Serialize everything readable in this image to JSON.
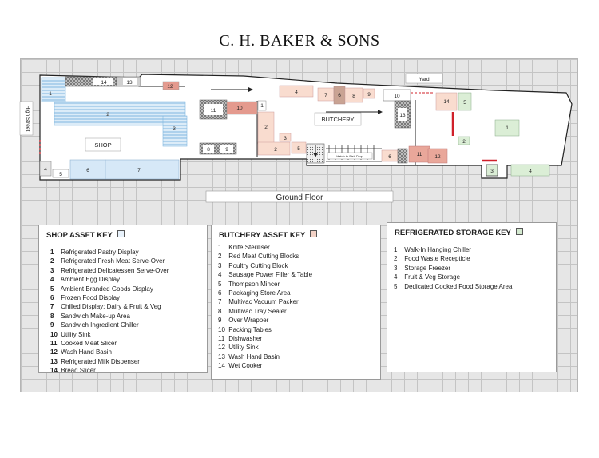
{
  "title": "C. H. BAKER & SONS",
  "plan": {
    "floor_label": "Ground Floor",
    "street_label": "High Street",
    "yard_label": "Yard",
    "shop_label": "SHOP",
    "butchery_label": "BUTCHERY",
    "hatch_label": "Hatch to Fish Drop",
    "colors": {
      "shop": "#d6e8f7",
      "butchery": "#f9dccf",
      "butchery_dark": "#e9a79a",
      "refrigerated": "#dbeed6",
      "barrier": "#d0202a"
    }
  },
  "keys": {
    "shop": {
      "title": "SHOP ASSET KEY",
      "swatch": "#e8f2fb",
      "items": [
        {
          "n": "1",
          "label": "Refrigerated Pastry Display"
        },
        {
          "n": "2",
          "label": "Refrigerated Fresh Meat Serve-Over"
        },
        {
          "n": "3",
          "label": "Refrigerated Delicatessen Serve-Over"
        },
        {
          "n": "4",
          "label": "Ambient Egg Display"
        },
        {
          "n": "5",
          "label": "Ambient Branded Goods Display"
        },
        {
          "n": "6",
          "label": "Frozen Food Display"
        },
        {
          "n": "7",
          "label": "Chilled Display: Dairy & Fruit & Veg"
        },
        {
          "n": "8",
          "label": "Sandwich Make-up Area"
        },
        {
          "n": "9",
          "label": "Sandwich Ingredient Chiller"
        },
        {
          "n": "10",
          "label": "Utility Sink"
        },
        {
          "n": "11",
          "label": "Cooked Meat Slicer"
        },
        {
          "n": "12",
          "label": "Wash Hand Basin"
        },
        {
          "n": "13",
          "label": "Refrigerated Milk Dispenser"
        },
        {
          "n": "14",
          "label": "Bread Slicer"
        }
      ]
    },
    "butchery": {
      "title": "BUTCHERY ASSET KEY",
      "swatch": "#f3d2c6",
      "items": [
        {
          "n": "1",
          "label": "Knife Steriliser"
        },
        {
          "n": "2",
          "label": "Red Meat Cutting Blocks"
        },
        {
          "n": "3",
          "label": "Poultry Cutting Block"
        },
        {
          "n": "4",
          "label": "Sausage Power Filler & Table"
        },
        {
          "n": "5",
          "label": "Thompson Mincer"
        },
        {
          "n": "6",
          "label": "Packaging Store Area"
        },
        {
          "n": "7",
          "label": "Multivac Vacuum Packer"
        },
        {
          "n": "8",
          "label": "Multivac Tray Sealer"
        },
        {
          "n": "9",
          "label": "Over Wrapper"
        },
        {
          "n": "10",
          "label": "Packing Tables"
        },
        {
          "n": "11",
          "label": "Dishwasher"
        },
        {
          "n": "12",
          "label": "Utility Sink"
        },
        {
          "n": "13",
          "label": "Wash Hand Basin"
        },
        {
          "n": "14",
          "label": "Wet Cooker"
        }
      ]
    },
    "refrigerated": {
      "title": "REFRIGERATED STORAGE KEY",
      "swatch": "#d4ead0",
      "items": [
        {
          "n": "1",
          "label": "Walk-In Hanging Chiller"
        },
        {
          "n": "2",
          "label": "Food Waste Recepticle"
        },
        {
          "n": "3",
          "label": "Storage Freezer"
        },
        {
          "n": "4",
          "label": "Fruit & Veg Storage"
        },
        {
          "n": "5",
          "label": "Dedicated Cooked Food Storage Area"
        }
      ]
    }
  }
}
